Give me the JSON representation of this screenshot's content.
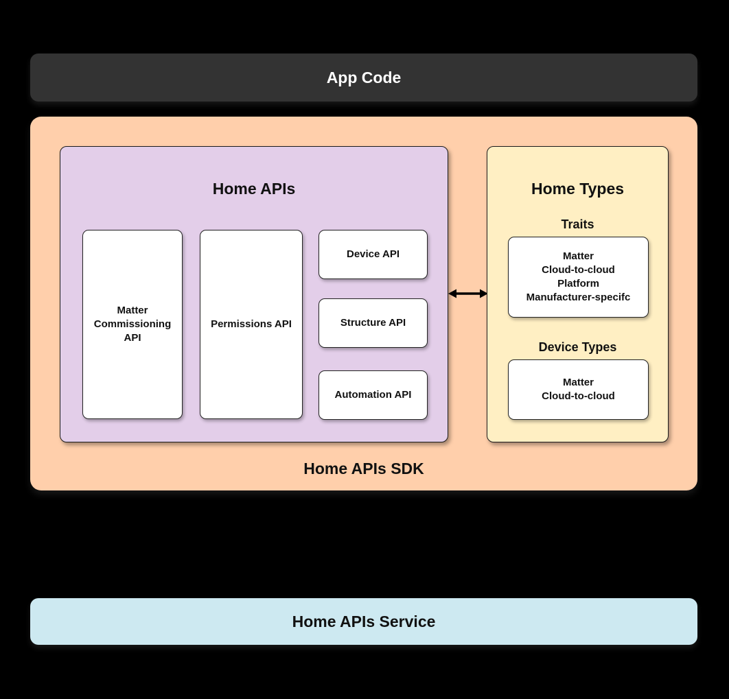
{
  "app_code": {
    "label": "App Code"
  },
  "sdk": {
    "label": "Home APIs SDK",
    "home_apis": {
      "title": "Home APIs",
      "matter_commissioning": "Matter\nCommissioning\nAPI",
      "permissions": "Permissions API",
      "device": "Device API",
      "structure": "Structure API",
      "automation": "Automation API"
    },
    "home_types": {
      "title": "Home Types",
      "traits_label": "Traits",
      "traits_items": "Matter\nCloud-to-cloud\nPlatform\nManufacturer-specifc",
      "device_types_label": "Device Types",
      "device_types_items": "Matter\nCloud-to-cloud"
    }
  },
  "service": {
    "label": "Home APIs Service"
  },
  "colors": {
    "background": "#000000",
    "app_code_bg": "#333333",
    "sdk_bg": "#FFCFAB",
    "home_apis_bg": "#E3CEE9",
    "home_types_bg": "#FFEFC3",
    "service_bg": "#CDE9F1",
    "box_bg": "#FFFFFF",
    "text_dark": "#111111",
    "text_light": "#FFFFFF"
  }
}
